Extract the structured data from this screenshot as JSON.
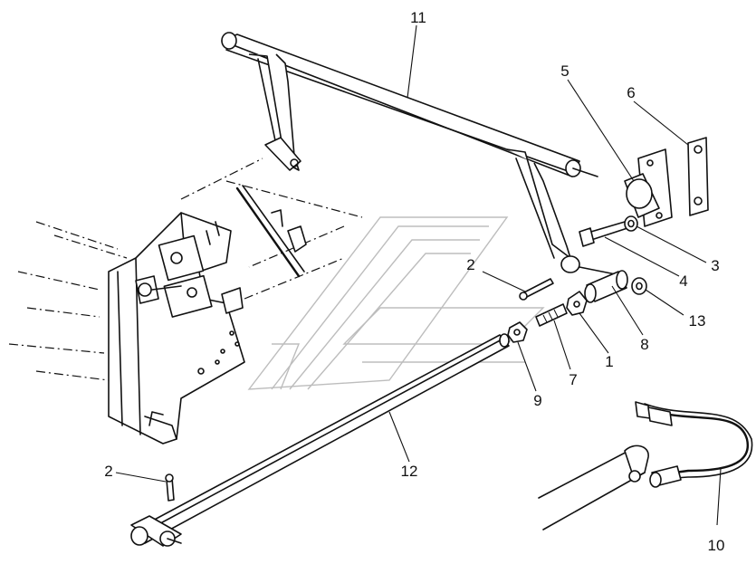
{
  "diagram": {
    "callouts": [
      {
        "id": "c11",
        "label": "11"
      },
      {
        "id": "c5",
        "label": "5"
      },
      {
        "id": "c6",
        "label": "6"
      },
      {
        "id": "c3",
        "label": "3"
      },
      {
        "id": "c4",
        "label": "4"
      },
      {
        "id": "c2a",
        "label": "2"
      },
      {
        "id": "c13",
        "label": "13"
      },
      {
        "id": "c8",
        "label": "8"
      },
      {
        "id": "c1",
        "label": "1"
      },
      {
        "id": "c7",
        "label": "7"
      },
      {
        "id": "c9",
        "label": "9"
      },
      {
        "id": "c12",
        "label": "12"
      },
      {
        "id": "c2b",
        "label": "2"
      },
      {
        "id": "c10",
        "label": "10"
      }
    ]
  }
}
